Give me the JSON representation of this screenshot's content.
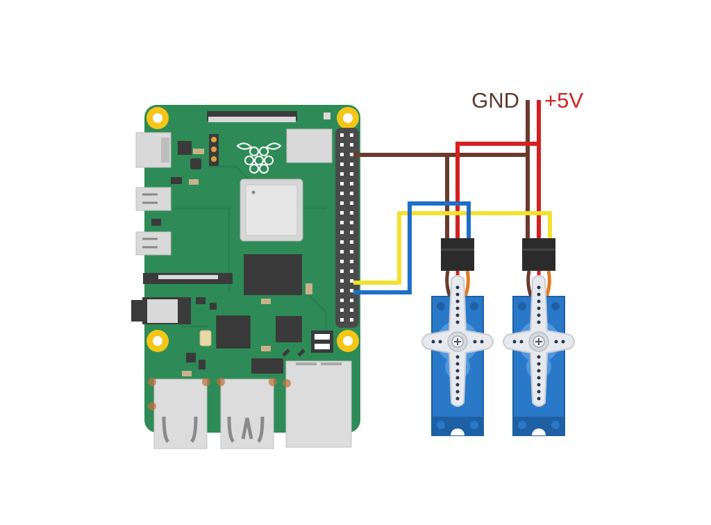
{
  "labels": {
    "gnd": "GND",
    "vcc": "+5V"
  },
  "colors": {
    "background": "#ffffff",
    "pcb": "#2e8b57",
    "pcb_dark": "#25704a",
    "mount_hole": "#f5c518",
    "header_pin_block": "#4a4a4a",
    "servo_body": "#2a78c8",
    "servo_dark": "#1f5fa3",
    "servo_horn": "#e6e9ee",
    "connector": "#2b2b2b",
    "wire_gnd": "#6b3a2e",
    "wire_power": "#d42020",
    "wire_signal_1": "#f4e030",
    "wire_signal_2": "#1e6fc8",
    "label_gnd": "#5b3a2e",
    "label_vcc": "#d42020"
  },
  "components": [
    {
      "kind": "single-board-computer",
      "icon": "raspberry-pi-logo-icon"
    },
    {
      "kind": "servo-motor"
    },
    {
      "kind": "servo-motor"
    }
  ]
}
